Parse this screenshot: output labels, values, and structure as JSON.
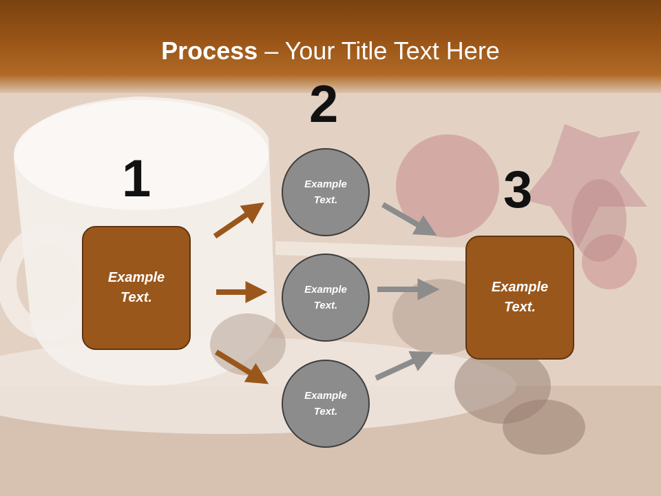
{
  "slide": {
    "title_bold": "Process",
    "title_rest": " – Your Title Text Here",
    "accent_color": "#9a571b",
    "circle_color": "#8c8c8c"
  },
  "steps": [
    {
      "number": "1",
      "label": "Example\nText."
    },
    {
      "number": "2",
      "label": "Example\nText."
    },
    {
      "number": "3",
      "label": "Example\nText."
    }
  ],
  "circles": [
    {
      "label": "Example\nText."
    },
    {
      "label": "Example\nText."
    },
    {
      "label": "Example\nText."
    }
  ],
  "arrows": {
    "in_color": "#9a571b",
    "out_color": "#8c8c8c"
  }
}
